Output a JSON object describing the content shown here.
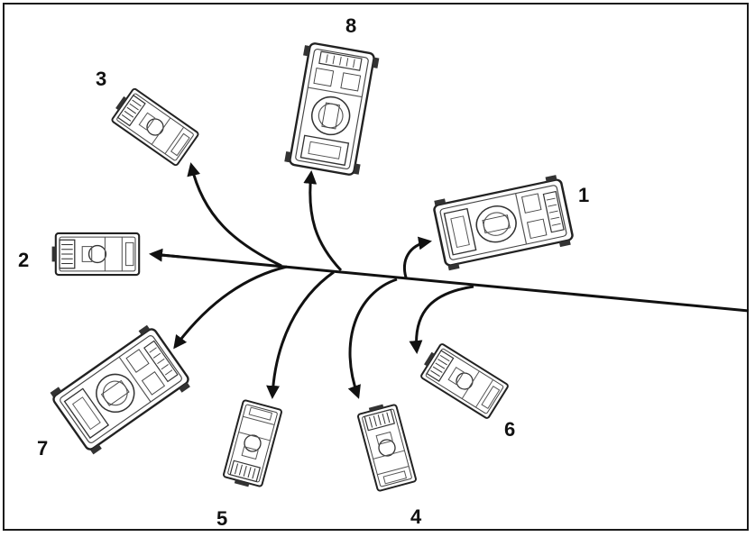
{
  "labels": {
    "v1": "1",
    "v2": "2",
    "v3": "3",
    "v4": "4",
    "v5": "5",
    "v6": "6",
    "v7": "7",
    "v8": "8"
  },
  "colors": {
    "line": "#111111",
    "vehicle_fill": "#ffffff",
    "vehicle_stroke": "#222222",
    "detail": "#555555"
  }
}
